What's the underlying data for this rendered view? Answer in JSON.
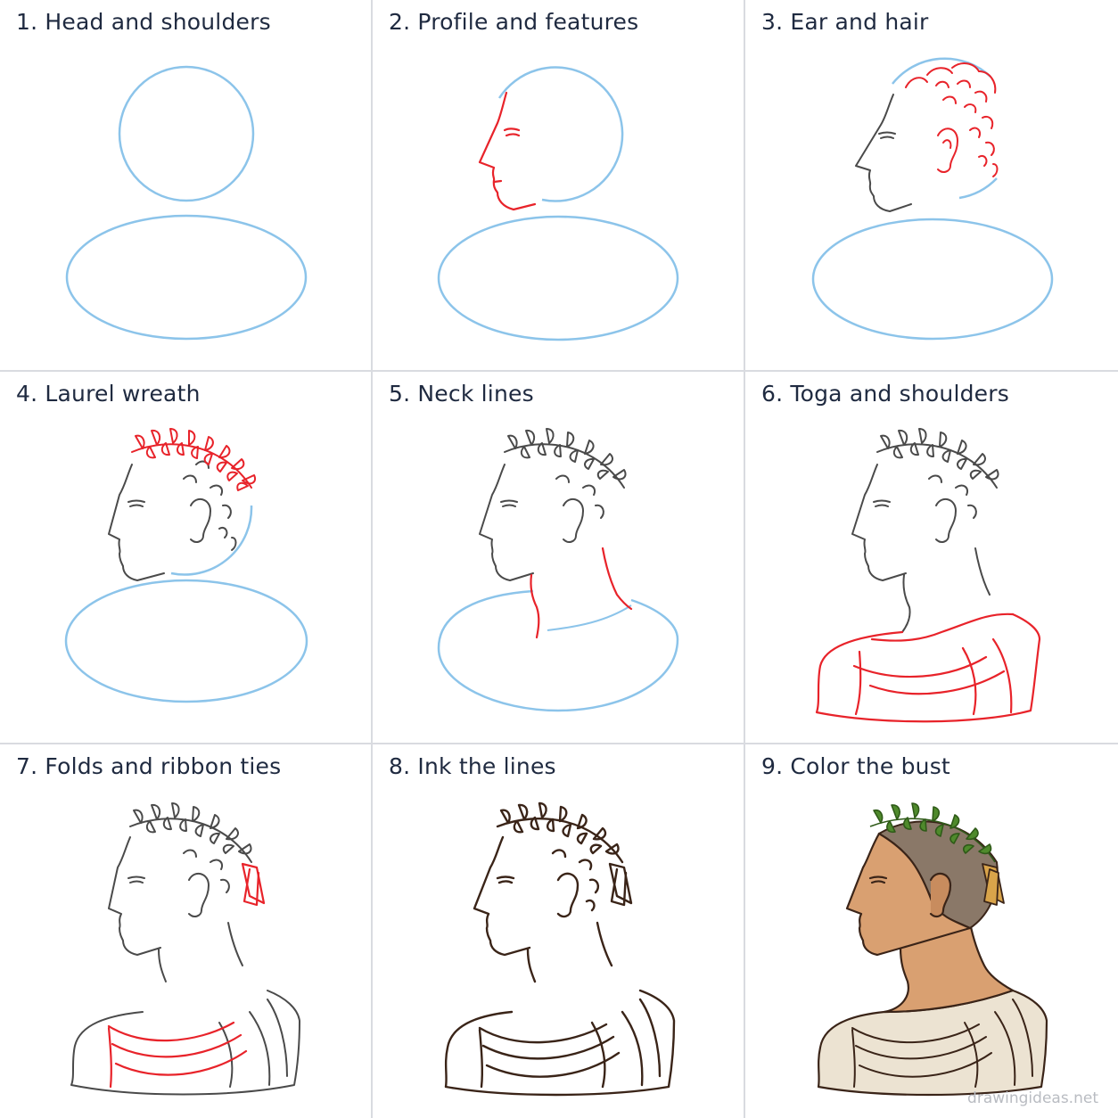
{
  "steps": [
    {
      "label": "1. Head and shoulders"
    },
    {
      "label": "2. Profile and features"
    },
    {
      "label": "3. Ear and hair"
    },
    {
      "label": "4. Laurel wreath"
    },
    {
      "label": "5. Neck lines"
    },
    {
      "label": "6. Toga and shoulders"
    },
    {
      "label": "7. Folds and ribbon ties"
    },
    {
      "label": "8. Ink the lines"
    },
    {
      "label": "9. Color the bust"
    }
  ],
  "watermark": "drawingideas.net",
  "colors": {
    "guide": "#8cc4ea",
    "new_step": "#e8232a",
    "pencil": "#4a4a4a",
    "ink": "#3a2418",
    "skin": "#d9a071",
    "hair": "#8a7868",
    "laurel": "#4f8a2c",
    "ribbon": "#d9a44a",
    "toga": "#ece3d2"
  }
}
